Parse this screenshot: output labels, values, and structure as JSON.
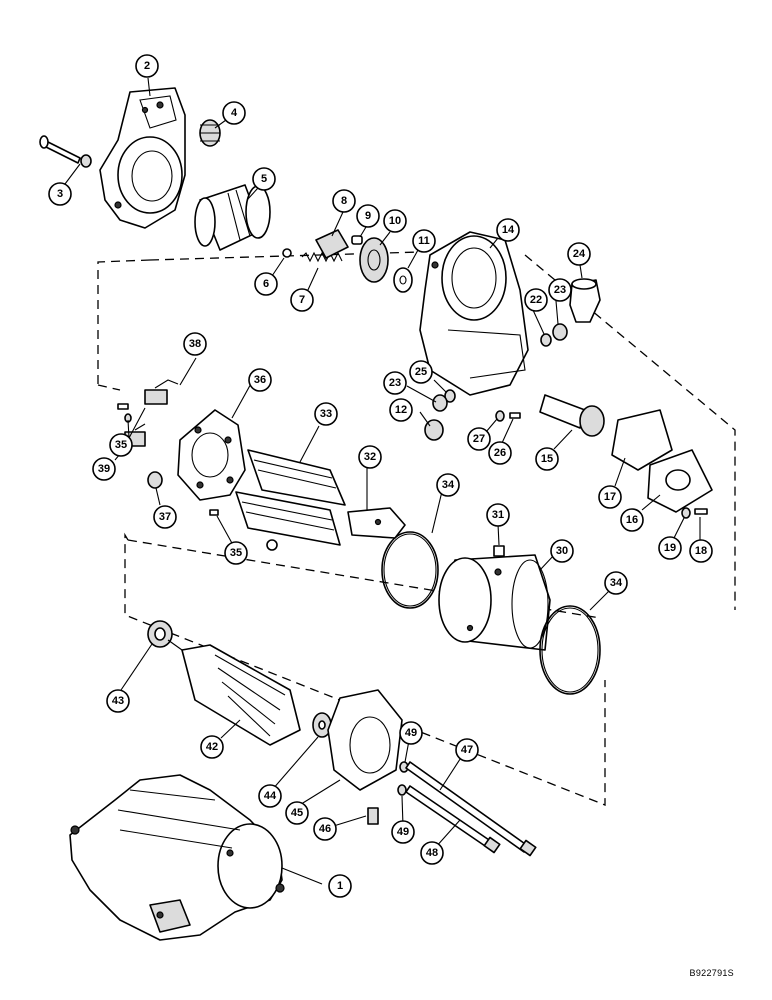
{
  "figure_code": "B922791S",
  "callouts": {
    "c1": "1",
    "c2": "2",
    "c3": "3",
    "c4": "4",
    "c5": "5",
    "c6": "6",
    "c7": "7",
    "c8": "8",
    "c9": "9",
    "c10": "10",
    "c11": "11",
    "c12": "12",
    "c14": "14",
    "c15": "15",
    "c16": "16",
    "c17": "17",
    "c18": "18",
    "c19": "19",
    "c22": "22",
    "c23a": "23",
    "c23b": "23",
    "c24": "24",
    "c25": "25",
    "c26": "26",
    "c27": "27",
    "c30": "30",
    "c31": "31",
    "c32": "32",
    "c33": "33",
    "c34a": "34",
    "c34b": "34",
    "c35a": "35",
    "c35b": "35",
    "c36": "36",
    "c37": "37",
    "c38": "38",
    "c39": "39",
    "c42": "42",
    "c43": "43",
    "c44": "44",
    "c45": "45",
    "c46": "46",
    "c47": "47",
    "c48": "48",
    "c49a": "49",
    "c49b": "49"
  }
}
